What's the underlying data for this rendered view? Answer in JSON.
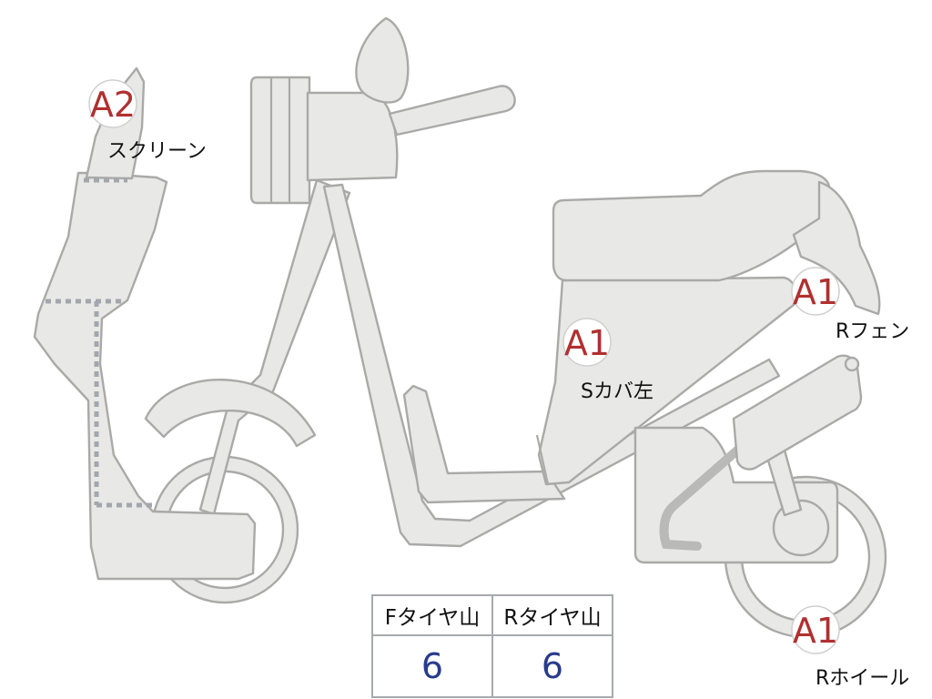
{
  "colors": {
    "code": "#b03030",
    "value": "#283b8c"
  },
  "parts": [
    {
      "id": "screen",
      "code": "A2",
      "label": "スクリーン"
    },
    {
      "id": "side-cover-left",
      "code": "A1",
      "label": "Sカバ左"
    },
    {
      "id": "rear-fender",
      "code": "A1",
      "label": "Rフェン"
    },
    {
      "id": "rear-wheel",
      "code": "A1",
      "label": "Rホイール"
    }
  ],
  "tread_table": {
    "headers": [
      "Fタイヤ山",
      "Rタイヤ山"
    ],
    "values": [
      "6",
      "6"
    ]
  }
}
